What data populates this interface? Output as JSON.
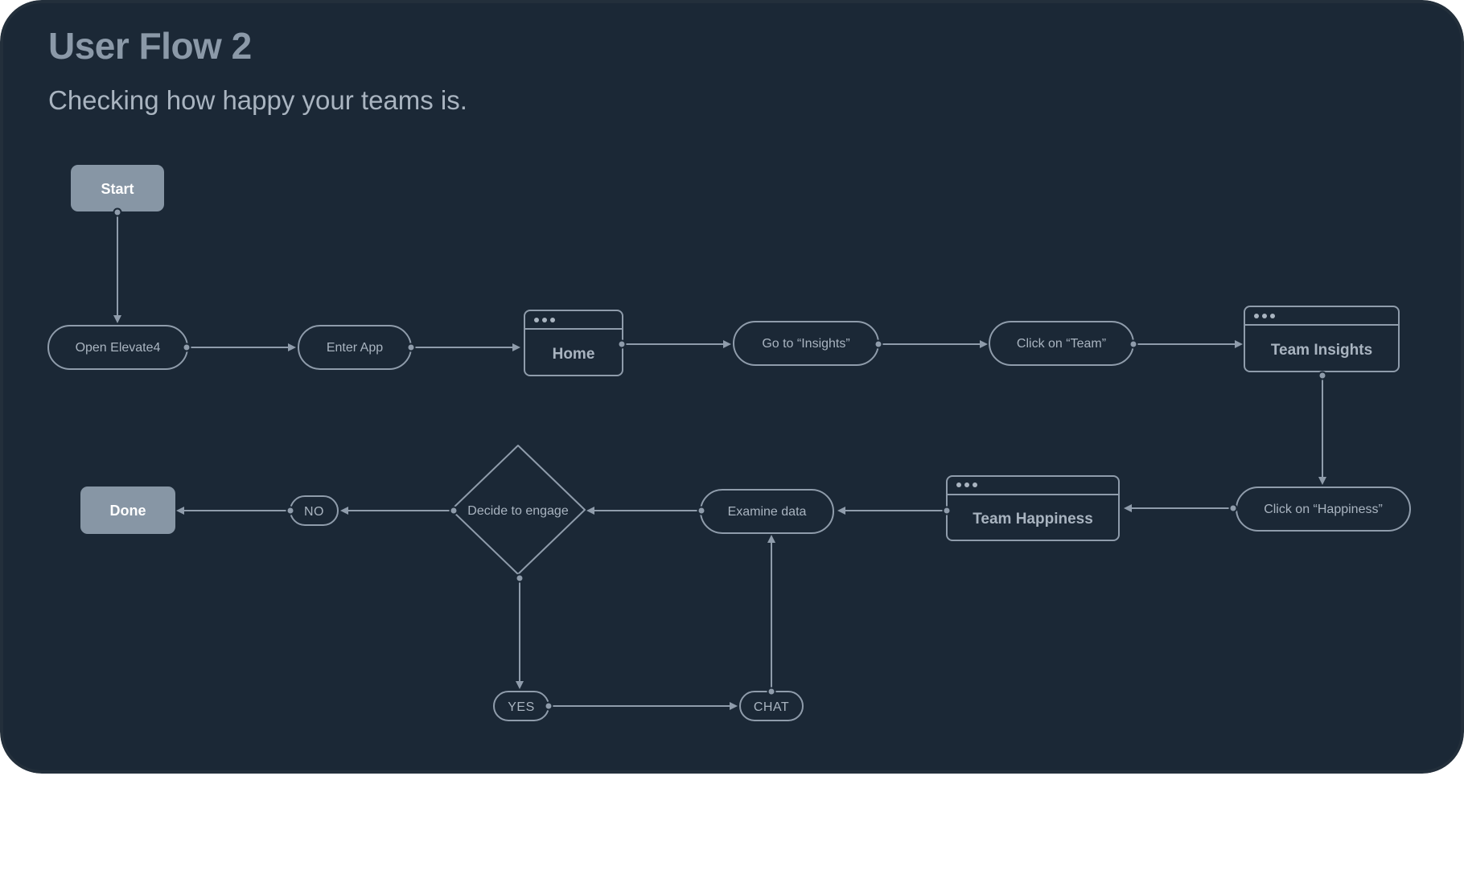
{
  "header": {
    "title": "User Flow 2",
    "subtitle": "Checking how happy your teams is."
  },
  "colors": {
    "background": "#1b2836",
    "stroke": "#8f9cab",
    "text": "#a9b4c0",
    "title": "#8b99a8",
    "terminal_fill": "#8796a5",
    "terminal_text": "#ffffff"
  },
  "nodes": {
    "start": "Start",
    "open_elevate4": "Open Elevate4",
    "enter_app": "Enter App",
    "home": "Home",
    "go_to_insights": "Go to “Insights”",
    "click_on_team": "Click on “Team”",
    "team_insights": "Team Insights",
    "click_on_happiness": "Click on “Happiness”",
    "team_happiness": "Team Happiness",
    "examine_data": "Examine data",
    "decide_to_engage": "Decide to engage",
    "no": "NO",
    "yes": "YES",
    "chat": "CHAT",
    "done": "Done"
  }
}
